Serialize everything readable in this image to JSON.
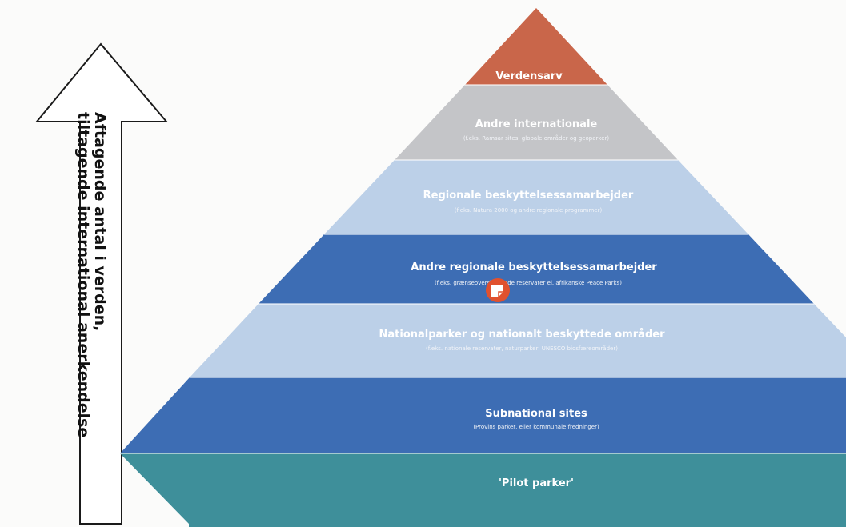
{
  "arrow": {
    "line1": "Aftagende antal i verden,",
    "line2": "tiltagende international anerkendelse"
  },
  "pyramid": {
    "levels": [
      {
        "title": "Verdensarv",
        "subtitle": "",
        "color": "#c9664a"
      },
      {
        "title": "Andre internationale",
        "subtitle": "(f.eks. Ramsar sites, globale områder og geoparker)",
        "color": "#c4c5c8"
      },
      {
        "title": "Regionale beskyttelsessamarbejder",
        "subtitle": "(f.eks. Natura 2000 og andre regionale programmer)",
        "color": "#bcd0e8"
      },
      {
        "title": "Andre regionale beskyttelsessamarbejder",
        "subtitle": "(f.eks. grænseoverskridende reservater el. afrikanske Peace Parks)",
        "color": "#3d6db4"
      },
      {
        "title": "Nationalparker og nationalt beskyttede områder",
        "subtitle": "(f.eks. nationale reservater, naturparker, UNESCO biosfæreområder)",
        "color": "#bcd0e8"
      },
      {
        "title": "Subnational sites",
        "subtitle": "(Provins parker, eller kommunale fredninger)",
        "color": "#3d6db4"
      },
      {
        "title": "'Pilot parker'",
        "subtitle": "",
        "color": "#3e8f9a"
      }
    ],
    "marker": {
      "name": "sticky-note-icon",
      "color": "#e0512f"
    }
  }
}
